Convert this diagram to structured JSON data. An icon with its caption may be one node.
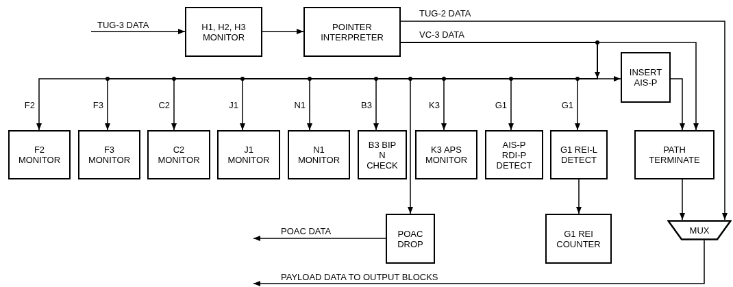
{
  "diagram": {
    "nodes": [
      {
        "text": [
          "H1, H2, H3 MONITOR"
        ]
      },
      {
        "text": [
          "POINTER INTERPRETER"
        ]
      },
      {
        "text": [
          "INSERT AIS-P"
        ]
      },
      {
        "text": [
          "F2 MONITOR"
        ]
      },
      {
        "text": [
          "F3 MONITOR"
        ]
      },
      {
        "text": [
          "C2 MONITOR"
        ]
      },
      {
        "text": [
          "J1 MONITOR"
        ]
      },
      {
        "text": [
          "N1 MONITOR"
        ]
      },
      {
        "text": [
          "B3 BIP N CHECK"
        ]
      },
      {
        "text": [
          "K3 APS MONITOR"
        ]
      },
      {
        "text": [
          "AIS-P RDI-P DETECT"
        ]
      },
      {
        "text": [
          "G1 REI-L DETECT"
        ]
      },
      {
        "text": [
          "PATH TERMINATE"
        ]
      },
      {
        "text": [
          "POAC DROP"
        ]
      },
      {
        "text": [
          "G1 REI COUNTER"
        ]
      },
      {
        "text": [
          "MUX"
        ]
      }
    ],
    "edges": [
      {
        "from": null,
        "to": 0,
        "arrow": "to",
        "label": "TUG-3 DATA"
      },
      {
        "from": 0,
        "to": 1,
        "arrow": "to"
      },
      {
        "from": 1,
        "to": 15,
        "arrow": "to",
        "label": "TUG-2 DATA"
      },
      {
        "from": 1,
        "to": 12,
        "arrow": "to",
        "label": "VC-3 DATA"
      },
      {
        "from": 1,
        "to": 2,
        "arrow": "to"
      },
      {
        "from": 1,
        "to": 3,
        "arrow": "to",
        "label": "F2"
      },
      {
        "from": 1,
        "to": 4,
        "arrow": "to",
        "label": "F3"
      },
      {
        "from": 1,
        "to": 5,
        "arrow": "to",
        "label": "C2"
      },
      {
        "from": 1,
        "to": 6,
        "arrow": "to",
        "label": "J1"
      },
      {
        "from": 1,
        "to": 7,
        "arrow": "to",
        "label": "N1"
      },
      {
        "from": 1,
        "to": 8,
        "arrow": "to",
        "label": "B3"
      },
      {
        "from": 1,
        "to": 9,
        "arrow": "to",
        "label": "K3"
      },
      {
        "from": 1,
        "to": 10,
        "arrow": "to",
        "label": "G1"
      },
      {
        "from": 1,
        "to": 11,
        "arrow": "to",
        "label": "G1"
      },
      {
        "from": 1,
        "to": 13,
        "arrow": "to"
      },
      {
        "from": 2,
        "to": 12,
        "arrow": "to"
      },
      {
        "from": 12,
        "to": 15,
        "arrow": "to"
      },
      {
        "from": 11,
        "to": 14,
        "arrow": "to"
      },
      {
        "from": 13,
        "to": null,
        "arrow": "to",
        "label": "POAC DATA"
      },
      {
        "from": 15,
        "to": null,
        "arrow": "to",
        "label": "PAYLOAD DATA TO OUTPUT BLOCKS"
      }
    ]
  }
}
